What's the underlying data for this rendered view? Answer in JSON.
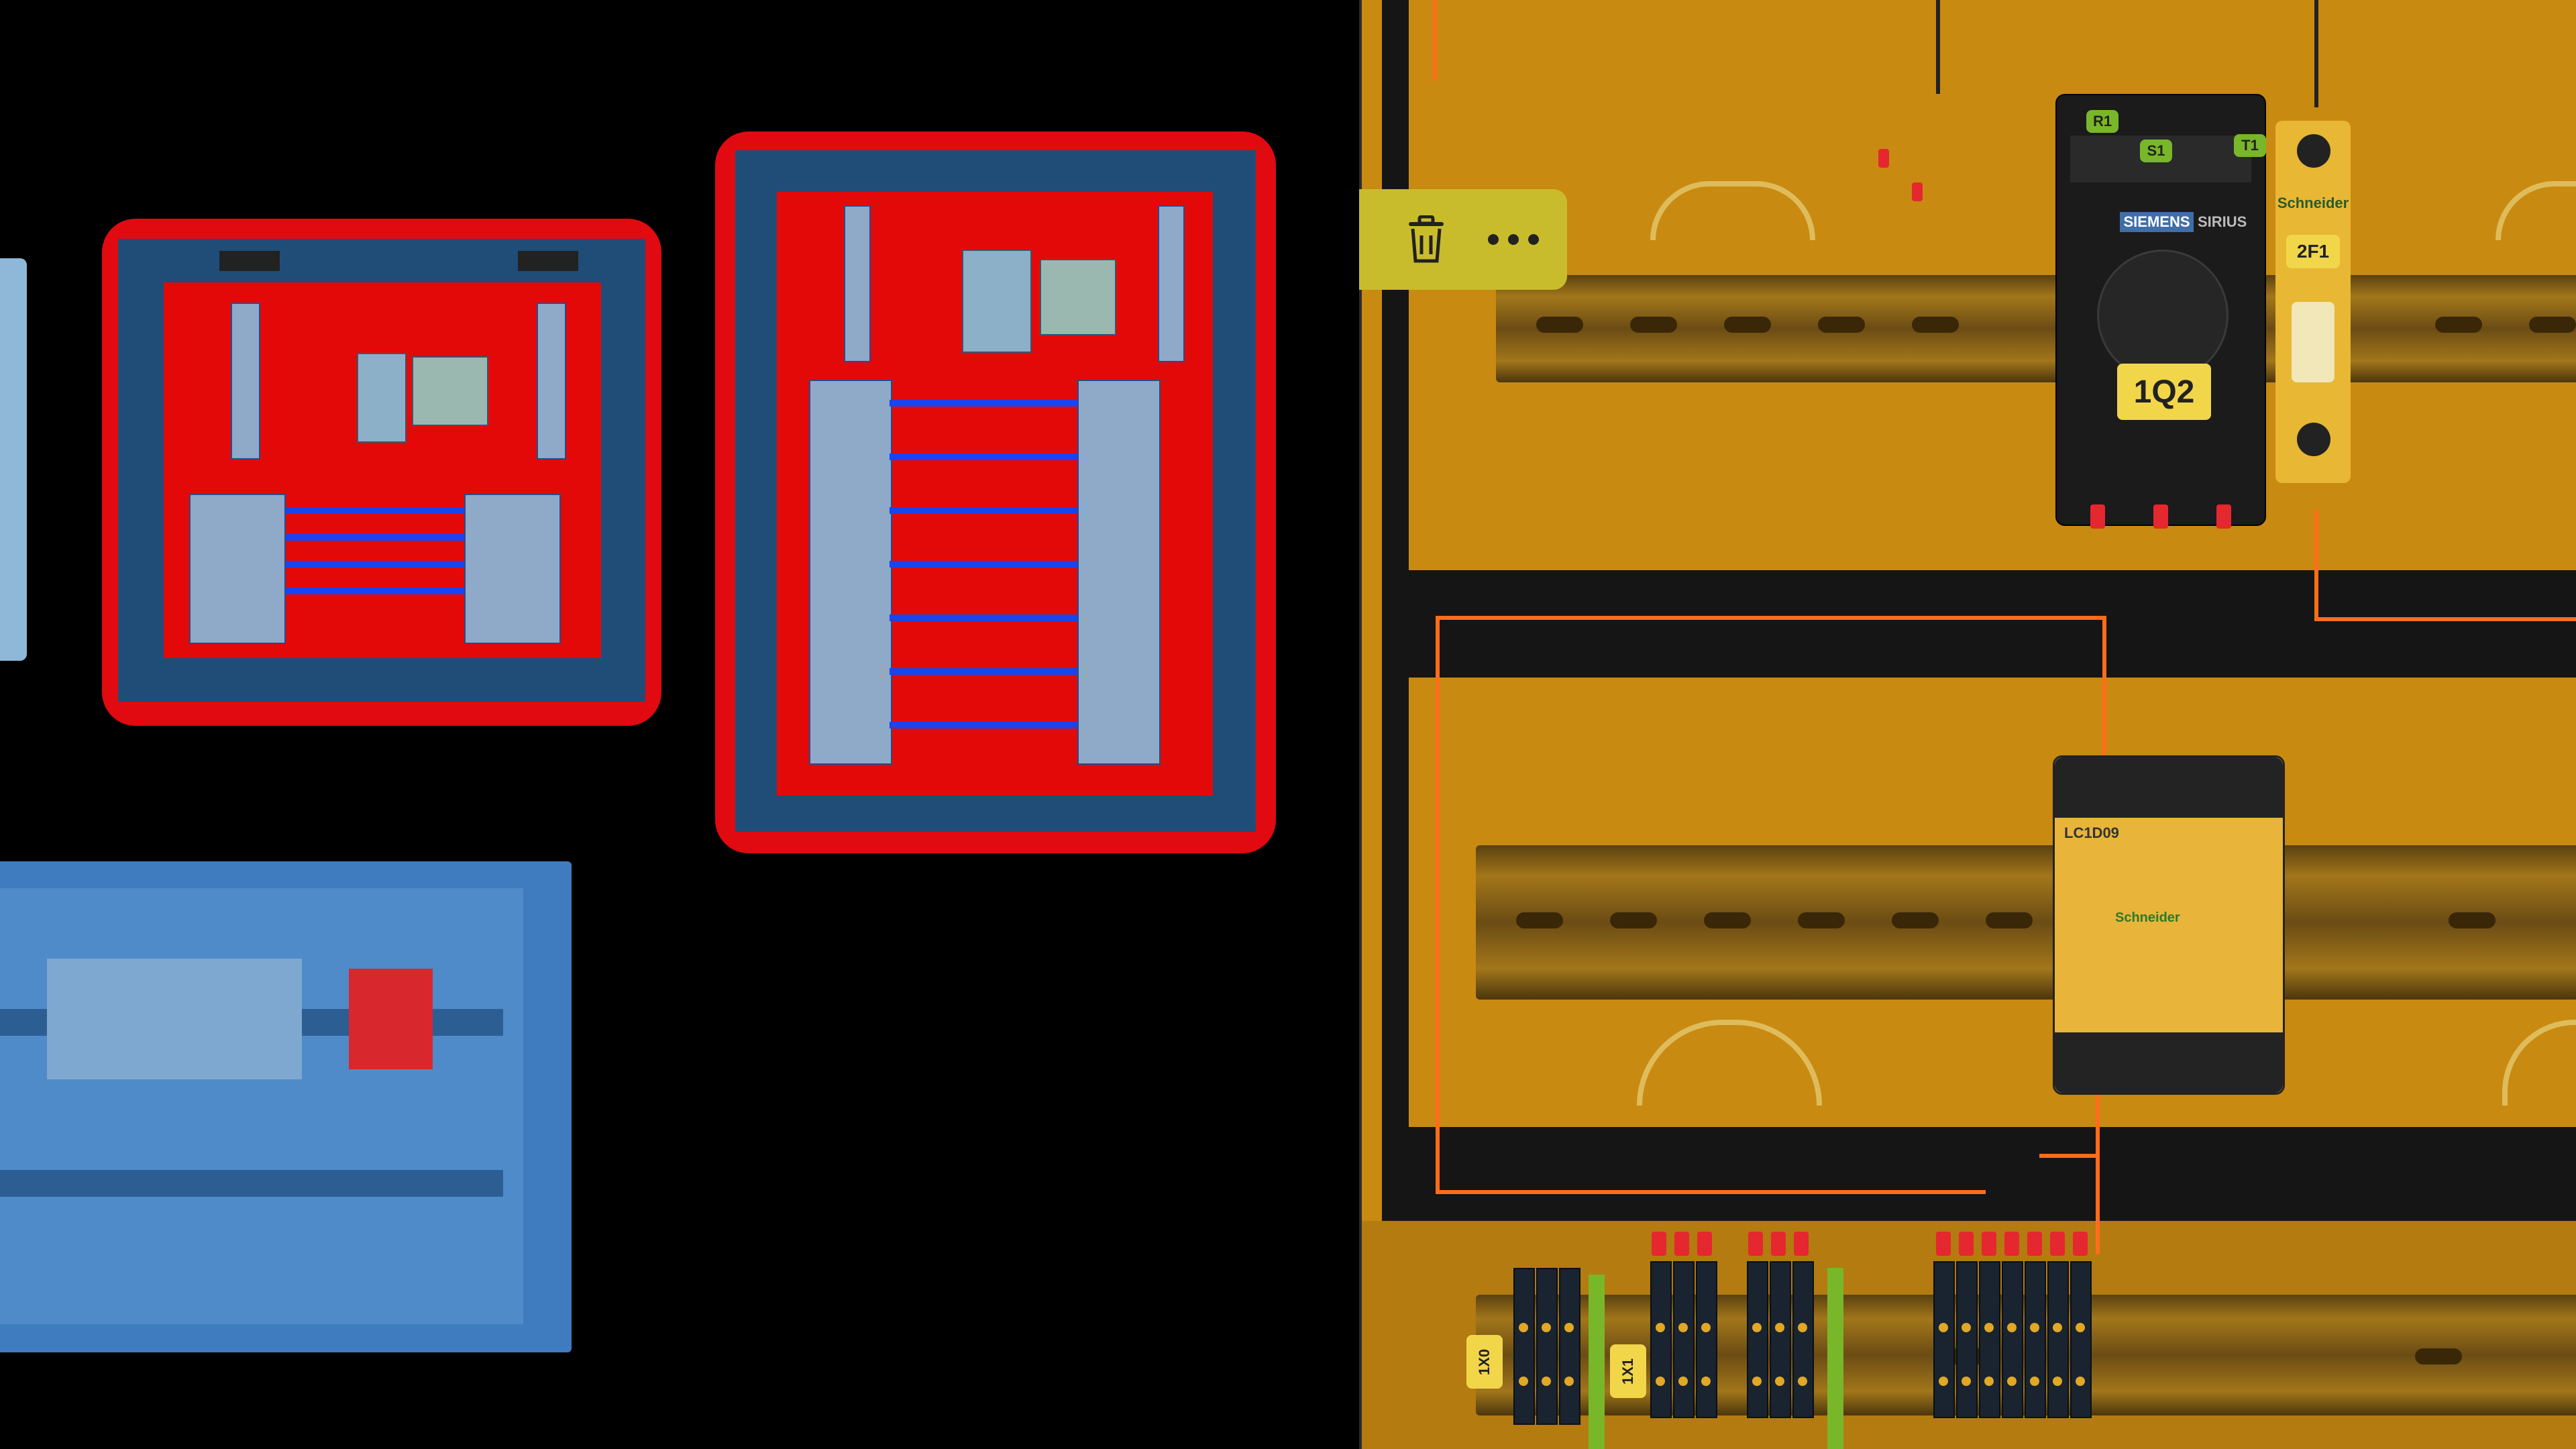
{
  "left_canvas": {
    "cabinets": [
      {
        "id": "cabinet-a",
        "selected": true
      },
      {
        "id": "cabinet-b",
        "selected": true
      },
      {
        "id": "cabinet-c",
        "selected": false
      }
    ]
  },
  "toolbar": {
    "delete_icon": "trash-icon",
    "more_icon": "more-horizontal-icon"
  },
  "right_view": {
    "devices": {
      "motor_breaker": {
        "brand": "SIEMENS",
        "series": "SIRIUS",
        "label": "1Q2"
      },
      "circuit_breaker": {
        "brand": "Schneider",
        "label": "2F1"
      },
      "contactor": {
        "model": "LC1D09",
        "brand": "Schneider"
      }
    },
    "terminal_labels": {
      "r1": "R1",
      "s1": "S1",
      "t1": "T1"
    },
    "terminal_strips": [
      "1X0",
      "1X1"
    ]
  },
  "colors": {
    "accent_red": "#e00a10",
    "frame_blue": "#1f4d78",
    "busbar_blue": "#1b44ee",
    "cabinet_orange": "#c98a12",
    "wire_orange": "#ff6d1a",
    "toolbar_yellow": "#c9bc2c"
  }
}
